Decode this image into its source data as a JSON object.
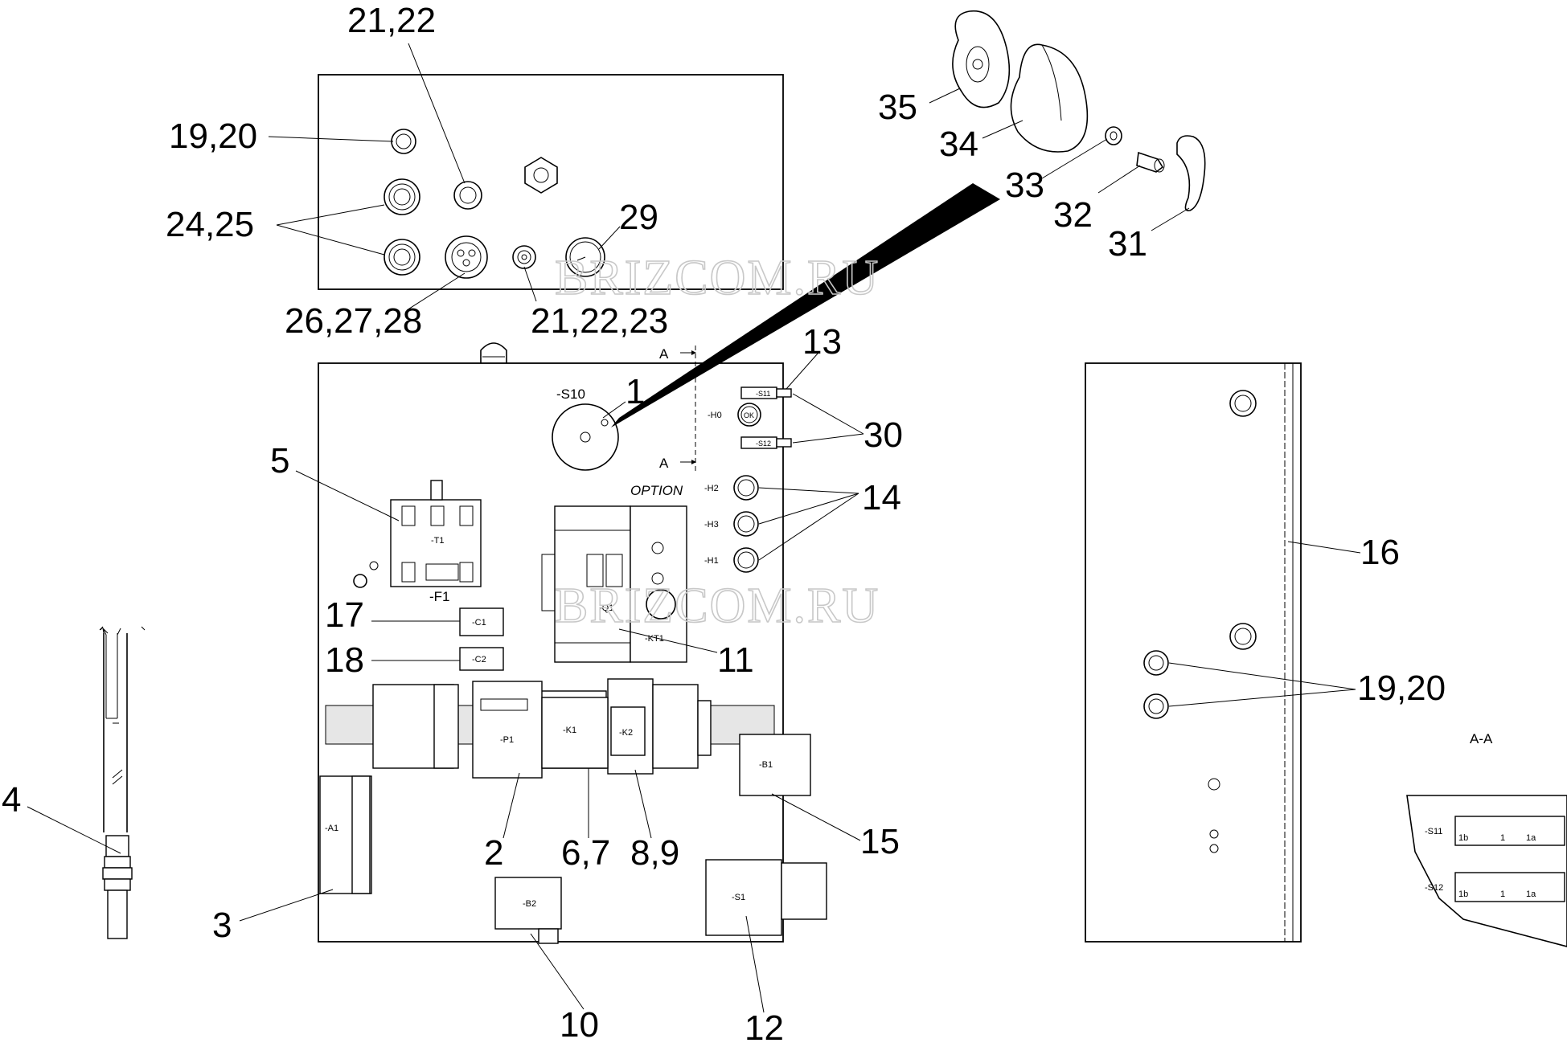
{
  "watermark": "BRIZCOM.RU",
  "section_marks": {
    "a": "A",
    "section": "A-A"
  },
  "callouts": {
    "c21_22": "21,22",
    "c19_20_top": "19,20",
    "c24_25": "24,25",
    "c29": "29",
    "c26_27_28": "26,27,28",
    "c21_22_23": "21,22,23",
    "c35": "35",
    "c34": "34",
    "c33": "33",
    "c32": "32",
    "c31": "31",
    "c13": "13",
    "c1": "1",
    "c30": "30",
    "c5": "5",
    "c14": "14",
    "c16": "16",
    "c17": "17",
    "c18": "18",
    "c11": "11",
    "c19_20_side": "19,20",
    "c4": "4",
    "c3": "3",
    "c2": "2",
    "c6_7": "6,7",
    "c8_9": "8,9",
    "c15": "15",
    "c10": "10",
    "c12": "12"
  },
  "device_labels": {
    "s10": "-S10",
    "h0": "-H0",
    "s11": "-S11",
    "s12": "-S12",
    "ok": "OK",
    "option": "OPTION",
    "h2": "-H2",
    "h3": "-H3",
    "h1": "-H1",
    "t1": "-T1",
    "f1": "-F1",
    "c1": "-C1",
    "c2": "-C2",
    "q1": "-Q1",
    "kt1": "-KT1",
    "p1": "-P1",
    "k1": "-K1",
    "k2": "-K2",
    "b1": "-B1",
    "a1": "-A1",
    "b2": "-B2",
    "s1": "-S1"
  },
  "contact_labels": {
    "c1b": "1b",
    "c1": "1",
    "c1a": "1a"
  }
}
